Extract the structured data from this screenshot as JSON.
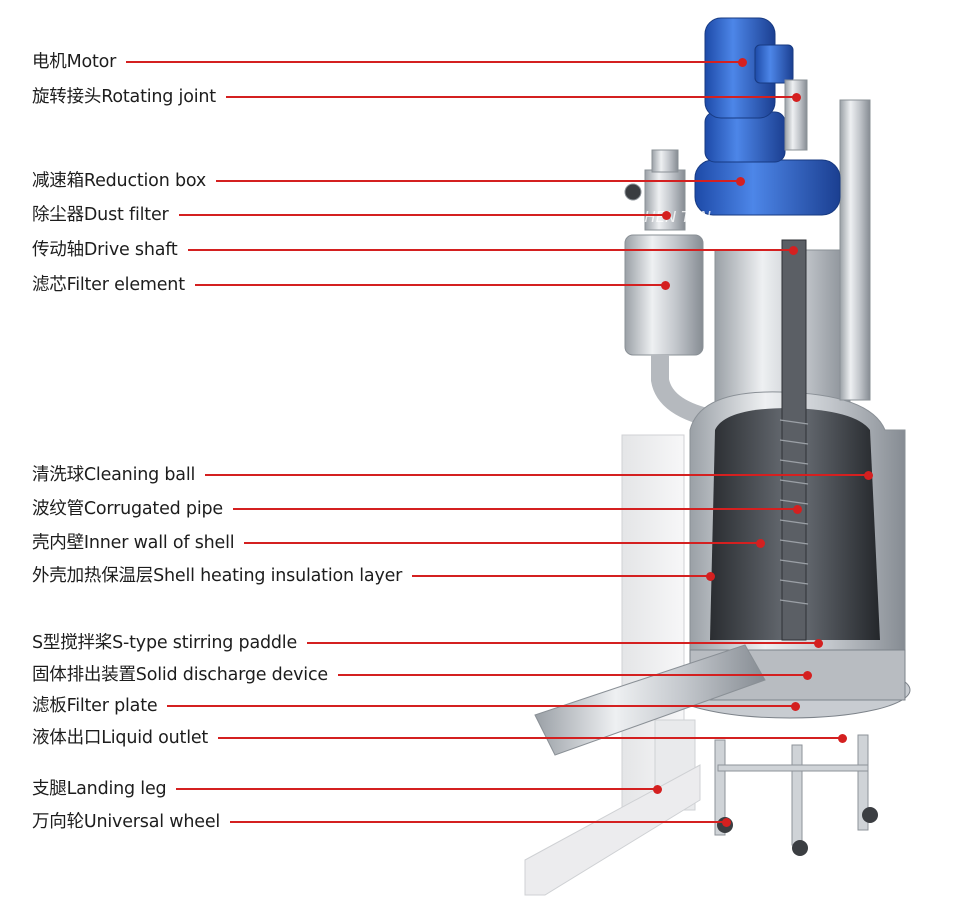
{
  "labels": [
    "电机Motor",
    "旋转接头Rotating joint",
    "减速箱Reduction box",
    "除尘器Dust filter",
    "传动轴Drive shaft",
    "滤芯Filter element",
    "清洗球Cleaning ball",
    "波纹管Corrugated pipe",
    "壳内壁Inner wall of shell",
    "外壳加热保温层Shell heating insulation layer",
    "S型搅拌桨S-type stirring paddle",
    "固体排出装置Solid discharge device",
    "滤板Filter plate",
    "液体出口Liquid outlet",
    "支腿Landing leg",
    "万向轮Universal wheel"
  ],
  "watermark": "JHEN TEN",
  "colors": {
    "leader": "#d42020",
    "motor": "#2a5fc8",
    "steel": "#c9cdd2"
  }
}
